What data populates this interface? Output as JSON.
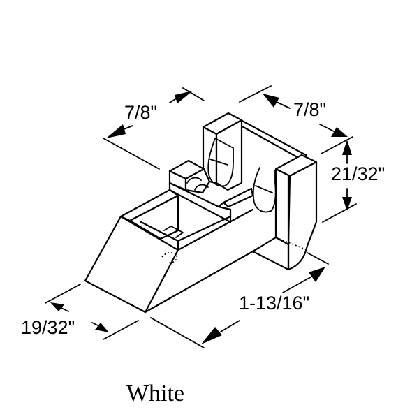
{
  "figure": {
    "description": "Isometric line drawing of a window/door hardware part (plastic bracket) with dimensions",
    "caption": "White",
    "line_color": "#000000",
    "background_color": "#ffffff"
  },
  "dimensions": {
    "top_left_width": "7/8\"",
    "top_right_depth": "7/8\"",
    "post_height": "21/32\"",
    "base_width": "19/32\"",
    "overall_length": "1-13/16\""
  }
}
